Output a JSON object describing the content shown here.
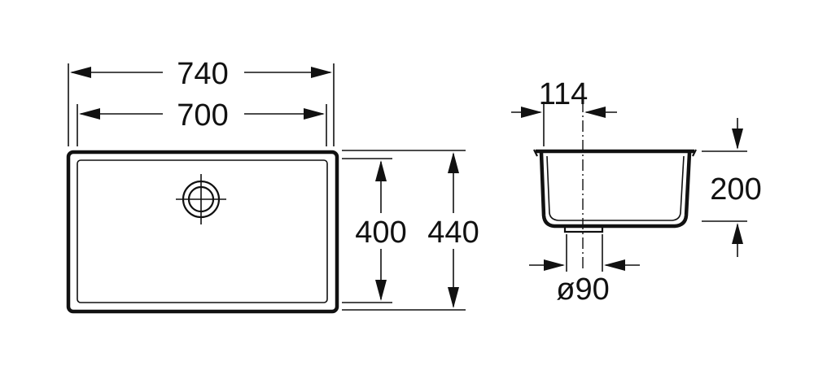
{
  "dimensions": {
    "outer_width": "740",
    "inner_width": "700",
    "inner_depth": "400",
    "outer_depth": "440",
    "drain_offset": "114",
    "bowl_height": "200",
    "drain_diameter": "ø90"
  },
  "colors": {
    "line": "#111111",
    "background": "#ffffff"
  }
}
